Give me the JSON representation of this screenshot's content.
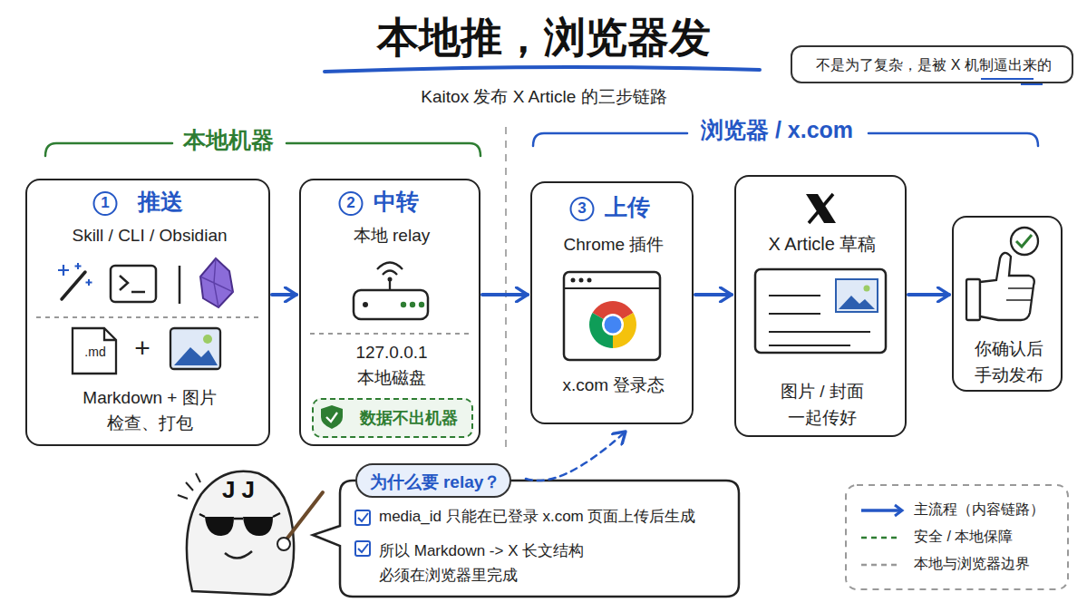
{
  "diagram": {
    "title": "本地推，浏览器发",
    "nodes": [
      {
        "text": [
          "不是为了复杂，是被 X 机制逼出来的"
        ]
      },
      {
        "text": [
          "1",
          "推送",
          "Skill / CLI / Obsidian",
          ".md",
          "+",
          "Markdown + 图片 检查、打包"
        ]
      },
      {
        "text": [
          "2",
          "中转",
          "本地 relay",
          "127.0.0.1 本地磁盘"
        ]
      },
      {
        "text": [
          "数据不出机器"
        ],
        "in": 2
      },
      {
        "text": [
          "3",
          "上传",
          "Chrome 插件",
          "x.com 登录态"
        ]
      },
      {
        "text": [
          "X Article 草稿",
          "图片 / 封面 一起传好"
        ]
      },
      {
        "text": [
          "你确认后 手动发布"
        ]
      },
      {
        "text": [
          "media_id 只能在已登录 x.com 页面上传后生成",
          "所以 Markdown -> X 长文结构 必须在浏览器里完成"
        ]
      },
      {
        "text": [
          "为什么要 relay？"
        ],
        "in": 7
      }
    ],
    "edges": [
      {
        "from": 1,
        "to": 2,
        "arrow": "to"
      },
      {
        "from": 2,
        "to": 4,
        "arrow": "to"
      },
      {
        "from": 4,
        "to": 5,
        "arrow": "to"
      },
      {
        "from": 5,
        "to": 6,
        "arrow": "to"
      },
      {
        "from": 7,
        "to": 4,
        "arrow": "to"
      }
    ],
    "labels": [
      "Kaitox 发布 X Article 的三步链路",
      "本地机器",
      "浏览器 / x.com",
      "J J"
    ],
    "legend": [
      {
        "text": "主流程（内容链路）"
      },
      {
        "text": "安全 / 本地保障"
      },
      {
        "text": "本地与浏览器边界"
      }
    ]
  }
}
